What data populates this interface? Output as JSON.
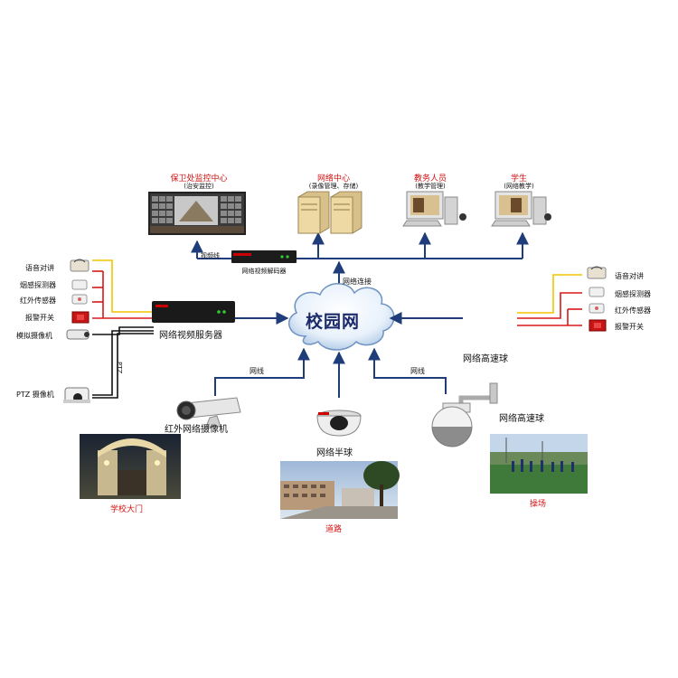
{
  "top_nodes": {
    "security": {
      "title": "保卫处监控中心",
      "subtitle": "(治安监控)"
    },
    "network_center": {
      "title": "网络中心",
      "subtitle": "(录像管理、存储)"
    },
    "teaching_staff": {
      "title": "教务人员",
      "subtitle": "(教学管理)"
    },
    "student": {
      "title": "学生",
      "subtitle": "(网络教学)"
    }
  },
  "decoder": {
    "label": "网络视频解码器",
    "line_label": "视频线"
  },
  "network_link": "网络连接",
  "cloud": "校园网",
  "left_sensors": [
    "语音对讲",
    "烟感探测器",
    "红外传感器",
    "报警开关"
  ],
  "right_sensors": [
    "语音对讲",
    "烟感探测器",
    "红外传感器",
    "报警开关"
  ],
  "video_server": "网络视频服务器",
  "analog_camera": "模拟摄像机",
  "ptz_label": "PTZ",
  "ptz_camera": "PTZ 摄像机",
  "wire_label": "网线",
  "infrared_camera": "红外网络摄像机",
  "dome": "网络半球",
  "speed_dome_header": "网络高速球",
  "speed_dome": "网络高速球",
  "photos": {
    "gate": "学校大门",
    "road": "道路",
    "field": "操场"
  },
  "colors": {
    "power_line": "#f2c400",
    "alarm_line": "#d81818",
    "net_line": "#1f3d7a",
    "label_red": "#d21414"
  }
}
